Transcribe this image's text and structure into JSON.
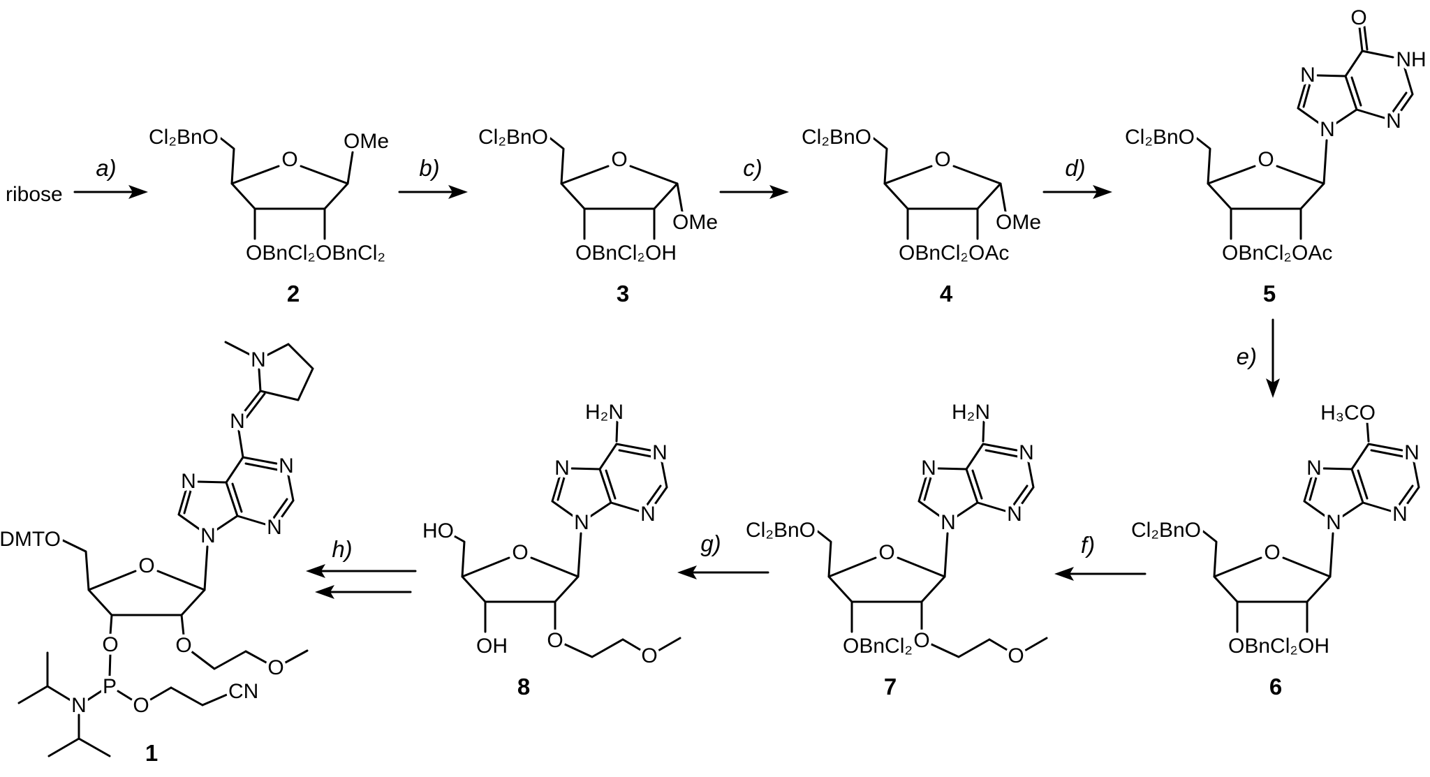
{
  "scheme": {
    "start_material": "ribose",
    "steps": {
      "a": "a)",
      "b": "b)",
      "c": "c)",
      "d": "d)",
      "e": "e)",
      "f": "f)",
      "g": "g)",
      "h": "h)"
    },
    "compounds": {
      "c2": {
        "number": "2",
        "o5": "Cl₂BnO",
        "ring_o": "O",
        "anomeric": "OMe",
        "o3": "OBnCl₂",
        "o2": "OBnCl₂"
      },
      "c3": {
        "number": "3",
        "o5": "Cl₂BnO",
        "ring_o": "O",
        "anomeric": "OMe",
        "o3": "OBnCl₂",
        "o2": "OH"
      },
      "c4": {
        "number": "4",
        "o5": "Cl₂BnO",
        "ring_o": "O",
        "anomeric": "OMe",
        "o3": "OBnCl₂",
        "o2": "OAc"
      },
      "c5": {
        "number": "5",
        "o5": "Cl₂BnO",
        "ring_o": "O",
        "o3": "OBnCl₂",
        "o2": "OAc",
        "base": {
          "n9": "N",
          "n7": "N",
          "n1": "NH",
          "n3": "N",
          "c6_sub": "O"
        }
      },
      "c6": {
        "number": "6",
        "o5": "Cl₂BnO",
        "ring_o": "O",
        "o3": "OBnCl₂",
        "o2": "OH",
        "base": {
          "n9": "N",
          "n7": "N",
          "n1": "N",
          "n3": "N",
          "c6_sub": "H₃CO"
        }
      },
      "c7": {
        "number": "7",
        "o5": "Cl₂BnO",
        "ring_o": "O",
        "o3": "OBnCl₂",
        "o2": "O",
        "moe_o": "O",
        "base": {
          "n9": "N",
          "n7": "N",
          "n1": "N",
          "n3": "N",
          "c6_sub": "H₂N"
        }
      },
      "c8": {
        "number": "8",
        "o5": "HO",
        "ring_o": "O",
        "o3": "OH",
        "o2": "O",
        "moe_o": "O",
        "base": {
          "n9": "N",
          "n7": "N",
          "n1": "N",
          "n3": "N",
          "c6_sub": "H₂N"
        }
      },
      "c1": {
        "number": "1",
        "o5": "DMTO",
        "ring_o": "O",
        "o3": "O",
        "o2": "O",
        "moe_o": "O",
        "base": {
          "n9": "N",
          "n7": "N",
          "n1": "N",
          "n3": "N"
        },
        "amidine": {
          "n_exo": "N",
          "n_ring": "N"
        },
        "phos": {
          "p": "P",
          "n": "N",
          "o": "O",
          "cn": "CN"
        }
      }
    }
  }
}
